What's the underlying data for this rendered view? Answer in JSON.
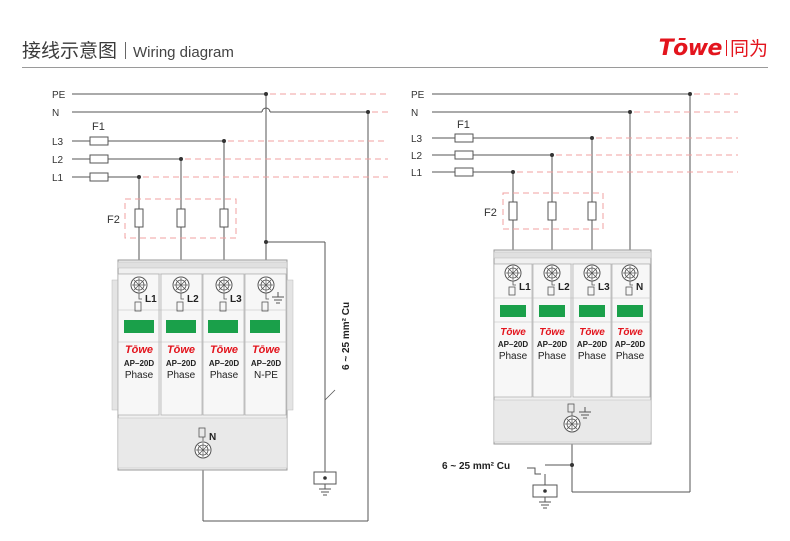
{
  "header": {
    "title_cn": "接线示意图",
    "title_en": "Wiring diagram",
    "brand_logo": "Tōwe",
    "brand_cn": "同为"
  },
  "colors": {
    "accent": "#e3141d",
    "module_green": "#1aa04a",
    "wire": "#555555",
    "dashed": "#f0a0a0"
  },
  "left": {
    "lines": [
      "PE",
      "N",
      "L3",
      "L2",
      "L1"
    ],
    "fuse1": "F1",
    "fuse2": "F2",
    "modules": [
      {
        "terminal": "L1",
        "brand": "Tōwe",
        "model": "AP–20D",
        "type": "Phase"
      },
      {
        "terminal": "L2",
        "brand": "Tōwe",
        "model": "AP–20D",
        "type": "Phase"
      },
      {
        "terminal": "L3",
        "brand": "Tōwe",
        "model": "AP–20D",
        "type": "Phase"
      },
      {
        "terminal": "⏚",
        "brand": "Tōwe",
        "model": "AP–20D",
        "type": "N-PE"
      }
    ],
    "bottom_terminal": "N",
    "cable_label": "6 ~ 25 mm² Cu"
  },
  "right": {
    "lines": [
      "PE",
      "N",
      "L3",
      "L2",
      "L1"
    ],
    "fuse1": "F1",
    "fuse2": "F2",
    "modules": [
      {
        "terminal": "L1",
        "brand": "Tōwe",
        "model": "AP–20D",
        "type": "Phase"
      },
      {
        "terminal": "L2",
        "brand": "Tōwe",
        "model": "AP–20D",
        "type": "Phase"
      },
      {
        "terminal": "L3",
        "brand": "Tōwe",
        "model": "AP–20D",
        "type": "Phase"
      },
      {
        "terminal": "N",
        "brand": "Tōwe",
        "model": "AP–20D",
        "type": "Phase"
      }
    ],
    "bottom_terminal": "⏚",
    "cable_label": "6 ~ 25 mm² Cu"
  }
}
